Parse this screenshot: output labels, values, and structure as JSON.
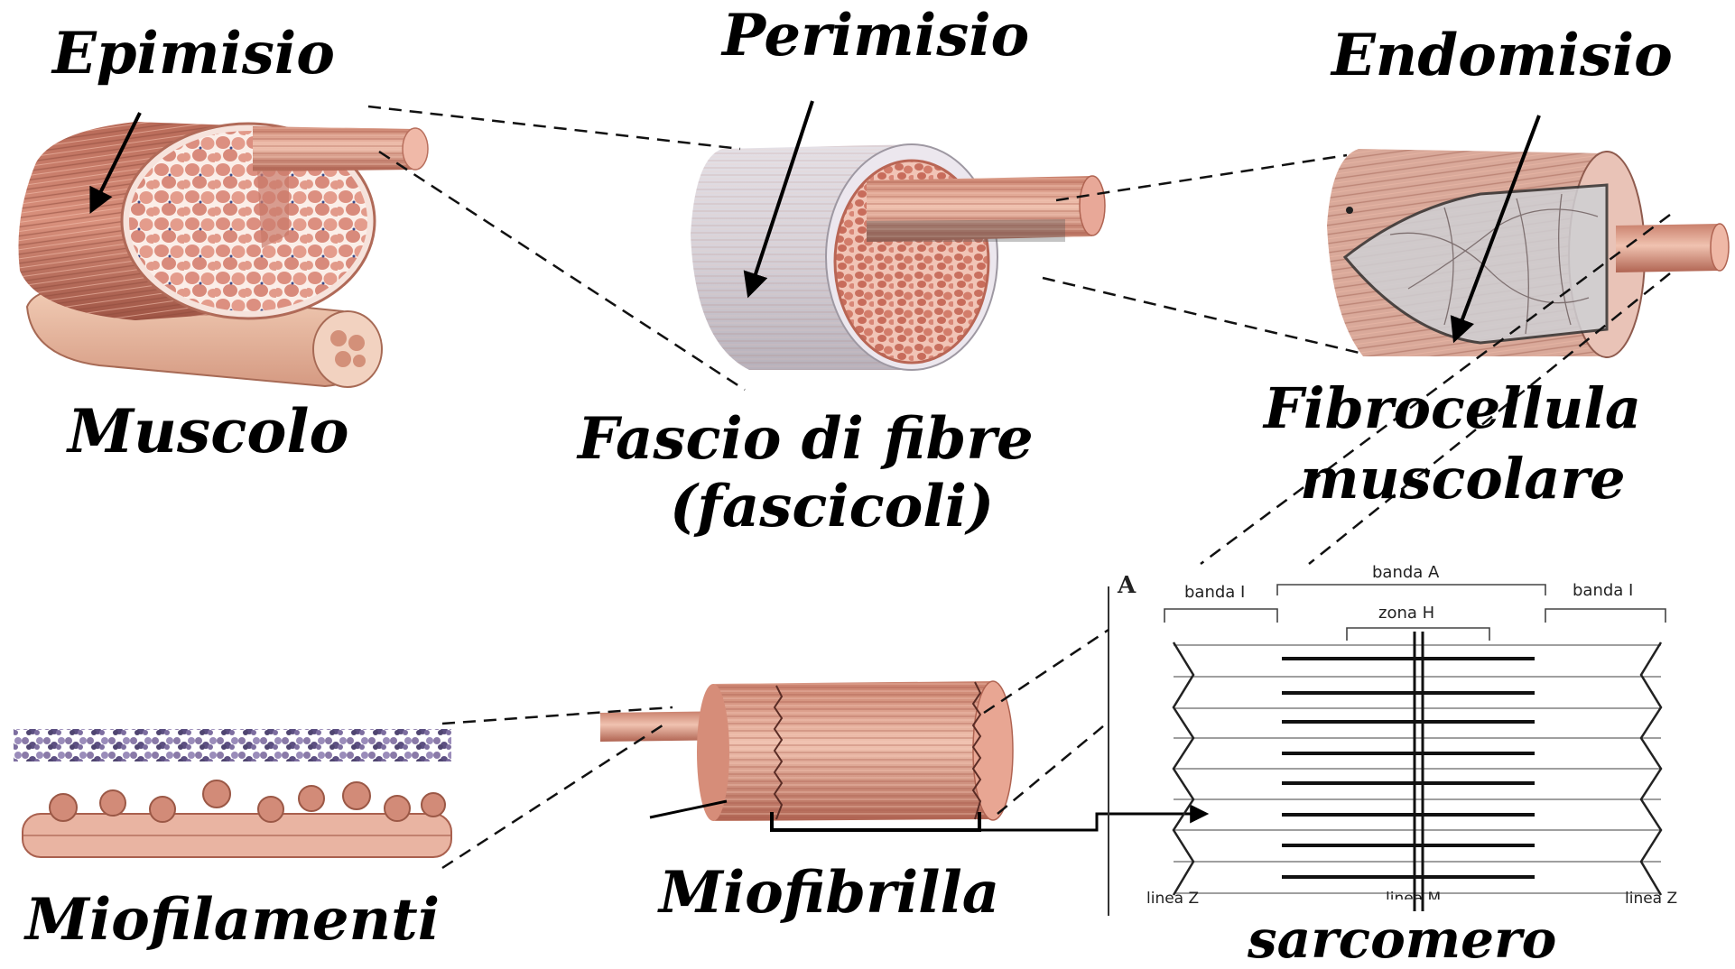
{
  "labels": {
    "epimisio": "Epimisio",
    "perimisio": "Perimisio",
    "endomisio": "Endomisio",
    "muscolo": "Muscolo",
    "fascio_line1": "Fascio di fibre",
    "fascio_line2": "(fascicoli)",
    "fibro_line1": "Fibrocellula",
    "fibro_line2": "muscolare",
    "miofilamenti": "Miofilamenti",
    "miofibrilla": "Miofibrilla",
    "sarcomero": "sarcomero"
  },
  "sarcomere_diagram": {
    "panel_letter": "A",
    "banda_i_left": "banda I",
    "banda_a": "banda A",
    "banda_i_right": "banda I",
    "zona_h": "zona H",
    "linea_z_left": "linea Z",
    "linea_m": "linea M",
    "linea_z_right": "linea Z"
  },
  "colors": {
    "muscle_pink": "#d88e7c",
    "muscle_dark": "#b4624f",
    "sheath_grey": "#cfcbd0",
    "filament_purple": "#7a6a9a"
  }
}
